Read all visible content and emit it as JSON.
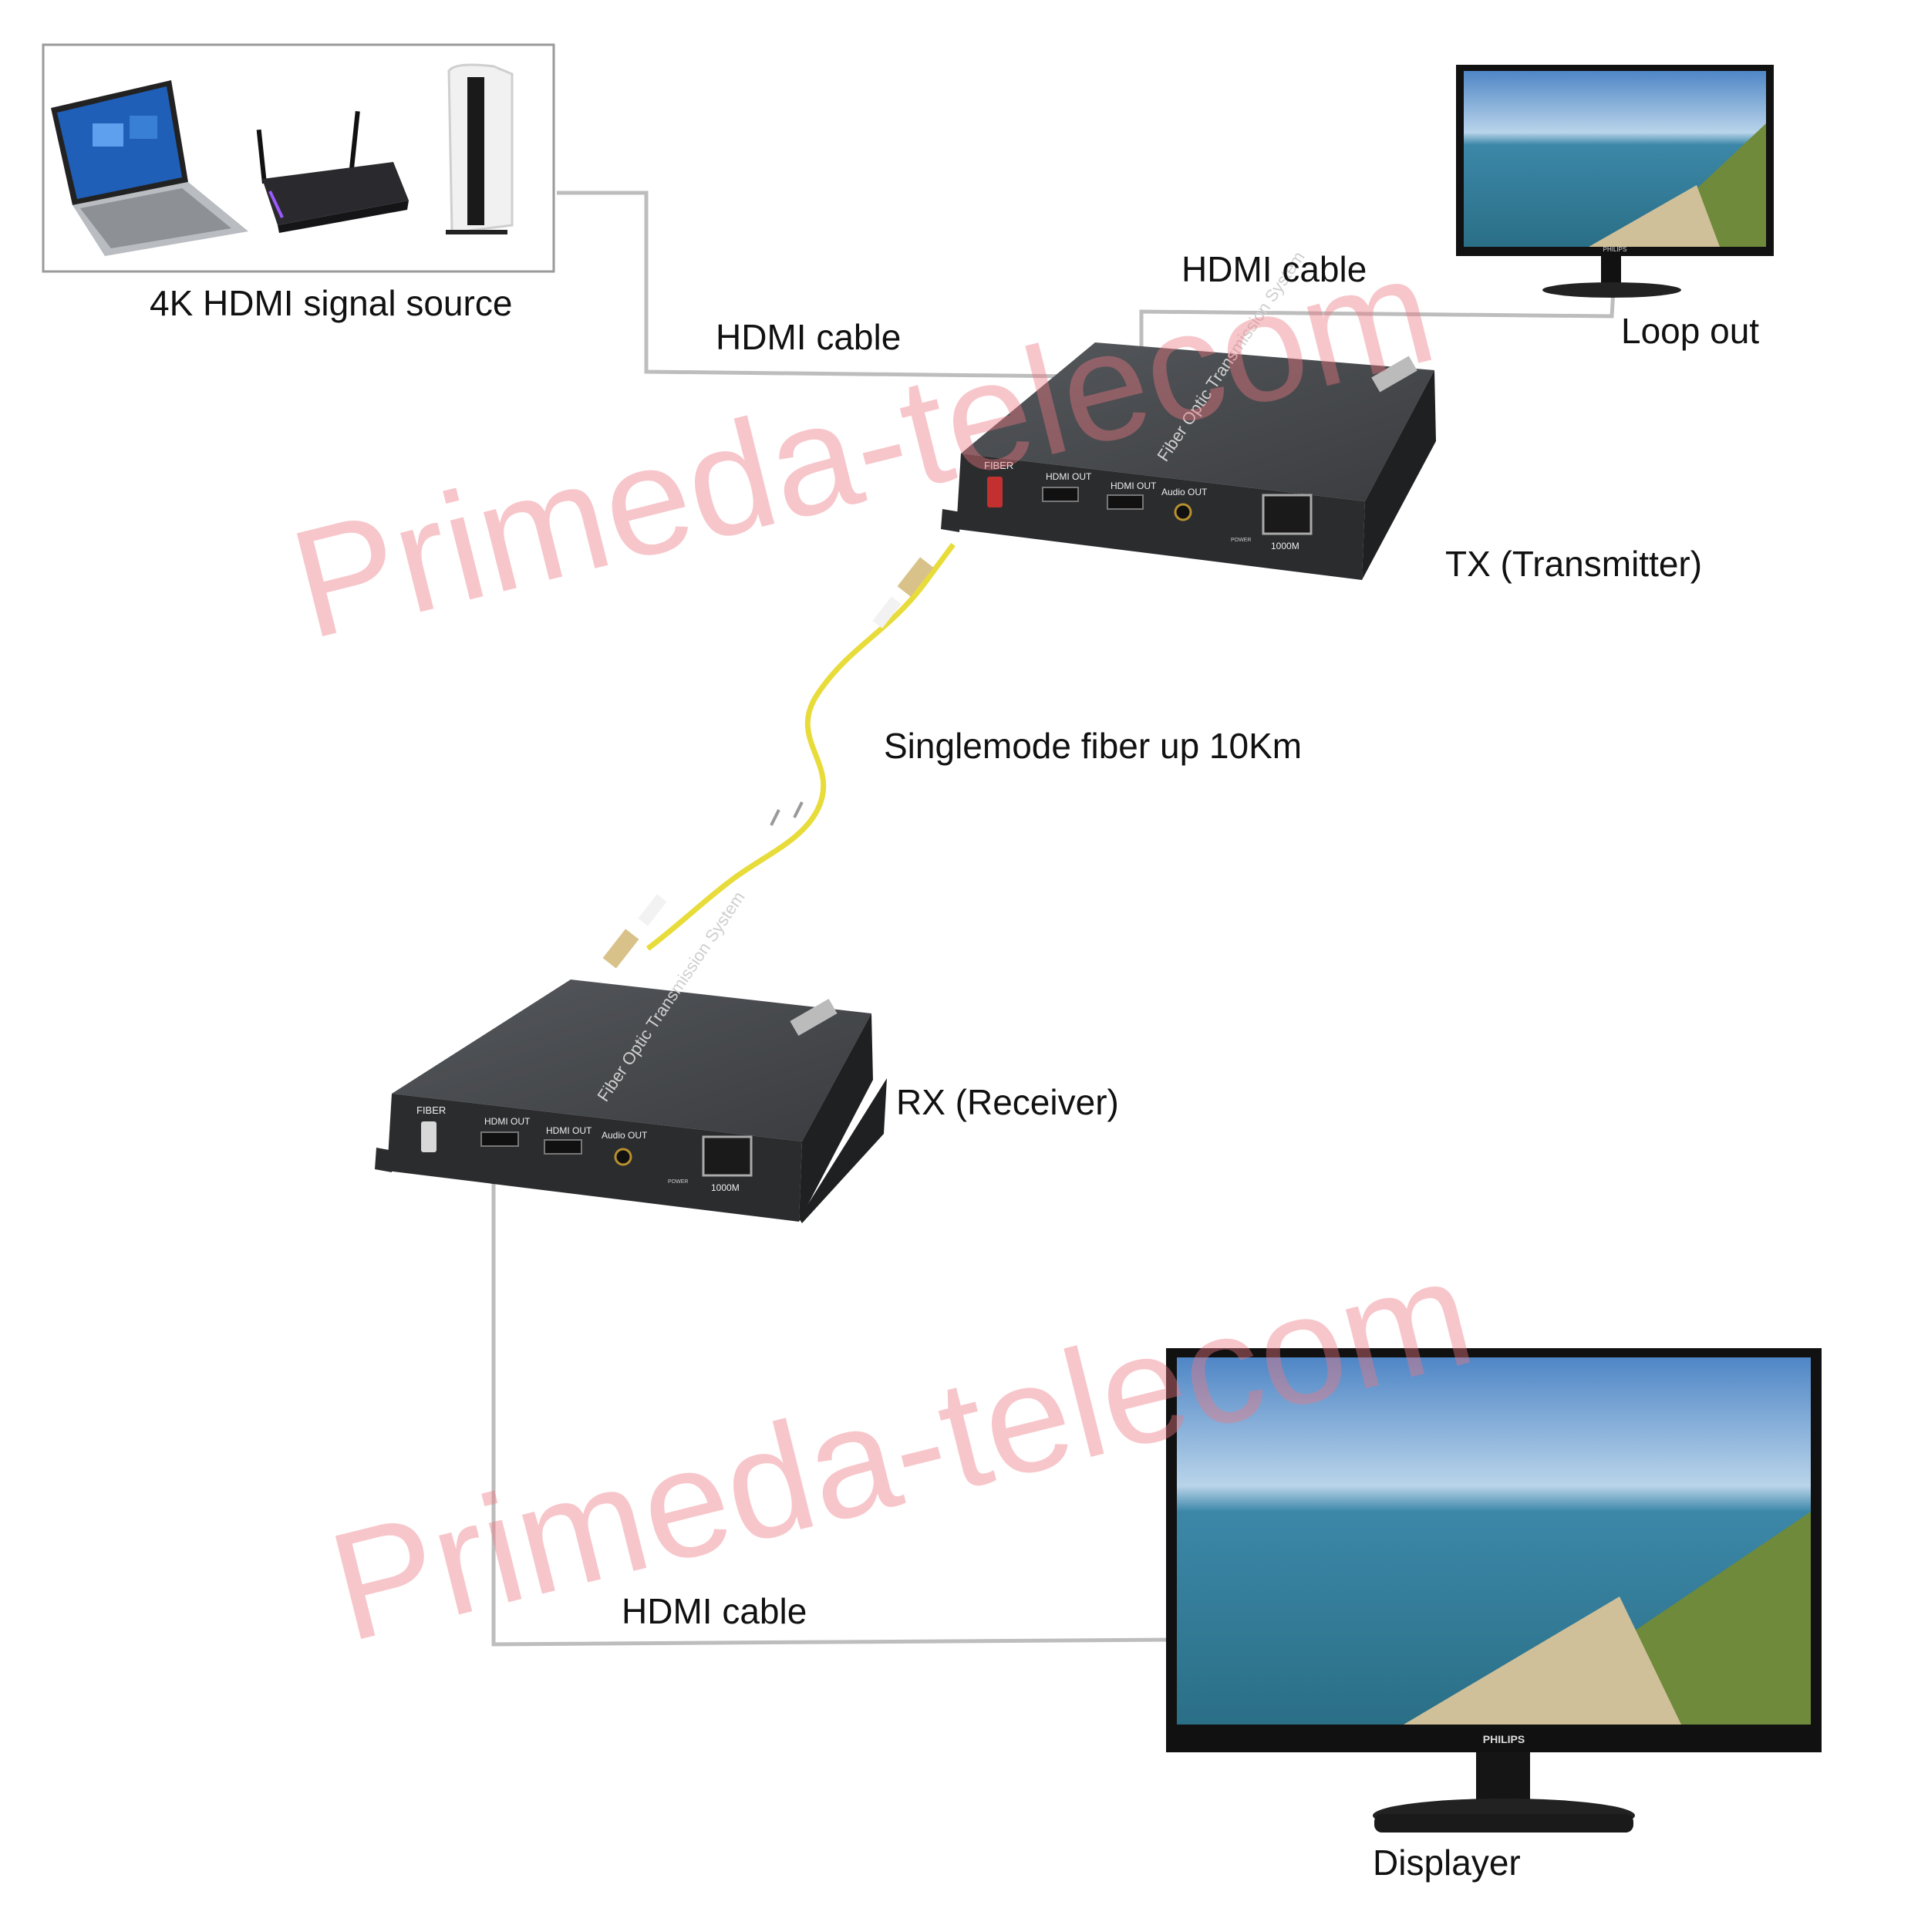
{
  "labels": {
    "source": "4K HDMI signal source",
    "hdmi_cable_1": "HDMI cable",
    "hdmi_cable_2": "HDMI cable",
    "loop_out": "Loop out",
    "tx": "TX (Transmitter)",
    "fiber": "Singlemode fiber up 10Km",
    "rx": "RX (Receiver)",
    "hdmi_cable_3": "HDMI cable",
    "displayer": "Displayer"
  },
  "device_panel": {
    "fiber": "FIBER",
    "hdmi_out_1": "HDMI OUT",
    "hdmi_out_2": "HDMI OUT",
    "audio_out": "Audio OUT",
    "power": "POWER",
    "lan": "1000M",
    "top_print": "Fiber Optic Transmission System"
  },
  "monitor_brand": "PHILIPS",
  "watermark": "Primeda-telecom",
  "colors": {
    "cable": "#bdbdbd",
    "device_body": "#3b3d40",
    "fiber_jacket": "#e8dc3a",
    "watermark": "#ec7880"
  }
}
